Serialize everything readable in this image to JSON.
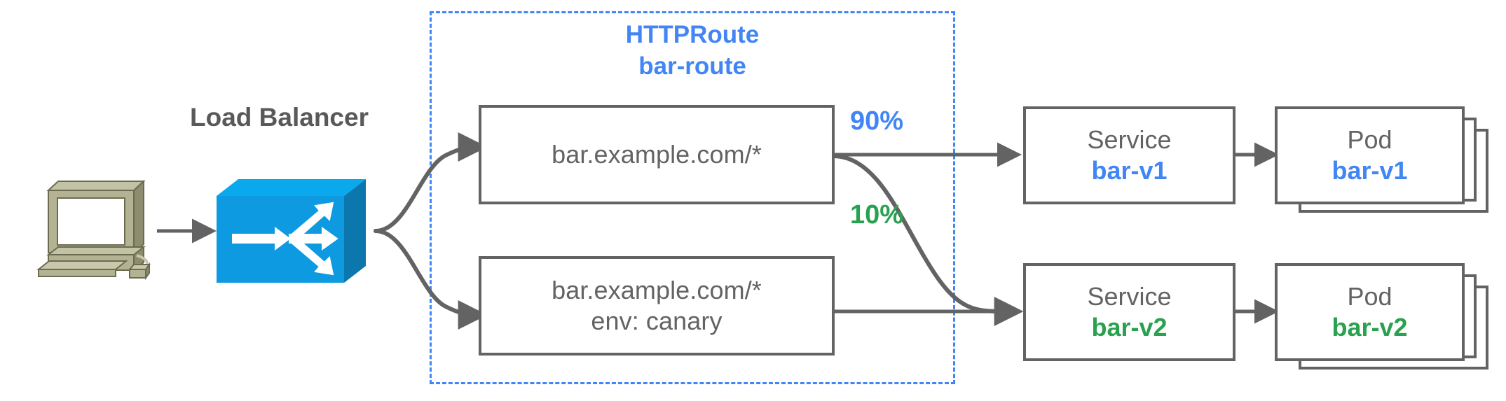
{
  "diagram": {
    "title_text": "HTTPRoute traffic splitting canary diagram",
    "colors": {
      "blue": "#4285f4",
      "green": "#2aa14f",
      "gray": "#636363",
      "lb_blue": "#0d9ae0",
      "computer_beige": "#a8a887"
    },
    "client": {
      "icon_name": "desktop-computer-icon"
    },
    "load_balancer": {
      "label": "Load Balancer",
      "icon_name": "load-balancer-cube-icon"
    },
    "httproute": {
      "kind_label": "HTTPRoute",
      "name_label": "bar-route",
      "boundary_style": "dashed"
    },
    "rules": [
      {
        "id": "rule-primary",
        "lines": [
          "bar.example.com/*"
        ]
      },
      {
        "id": "rule-canary",
        "lines": [
          "bar.example.com/*",
          "env: canary"
        ]
      }
    ],
    "weights": [
      {
        "id": "weight-90",
        "label": "90%",
        "color": "#4285f4"
      },
      {
        "id": "weight-10",
        "label": "10%",
        "color": "#2aa14f"
      }
    ],
    "backends": [
      {
        "id": "backend-v1",
        "service": {
          "kind": "Service",
          "name": "bar-v1",
          "color": "#4285f4"
        },
        "pod": {
          "kind": "Pod",
          "name": "bar-v1",
          "color": "#4285f4",
          "replicas": 3
        }
      },
      {
        "id": "backend-v2",
        "service": {
          "kind": "Service",
          "name": "bar-v2",
          "color": "#2aa14f"
        },
        "pod": {
          "kind": "Pod",
          "name": "bar-v2",
          "color": "#2aa14f",
          "replicas": 3
        }
      }
    ]
  }
}
